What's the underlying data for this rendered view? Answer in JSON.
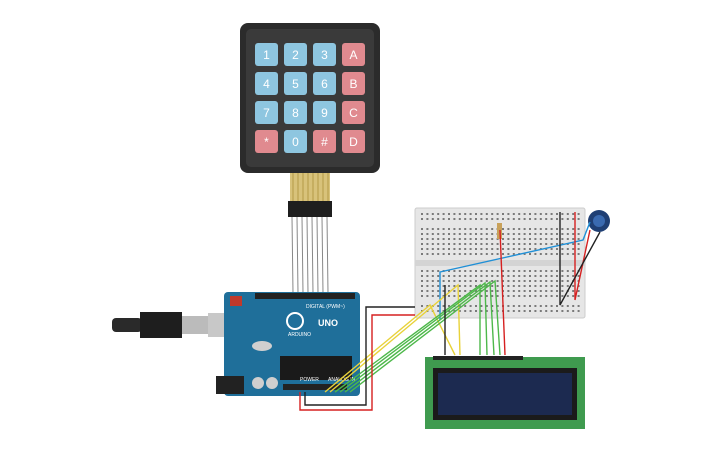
{
  "keypad": {
    "keys": [
      [
        "1",
        "2",
        "3",
        "A"
      ],
      [
        "4",
        "5",
        "6",
        "B"
      ],
      [
        "7",
        "8",
        "9",
        "C"
      ],
      [
        "*",
        "0",
        "#",
        "D"
      ]
    ],
    "num_color": "#8ec6e0",
    "letter_color": "#e08a8f"
  },
  "arduino": {
    "model_label": "UNO",
    "brand_label": "ARDUINO",
    "digital_label": "DIGITAL (PWM~)",
    "power_label": "POWER",
    "analog_label": "ANALOG IN",
    "board_color": "#1f6f9a"
  },
  "lcd": {
    "board_color": "#3f9b4f",
    "screen_color": "#1c2a50"
  },
  "wires": {
    "blue": "#1f8fd6",
    "green": "#4db84a",
    "yellow": "#e8d23a",
    "red": "#d62020",
    "black": "#222222"
  }
}
